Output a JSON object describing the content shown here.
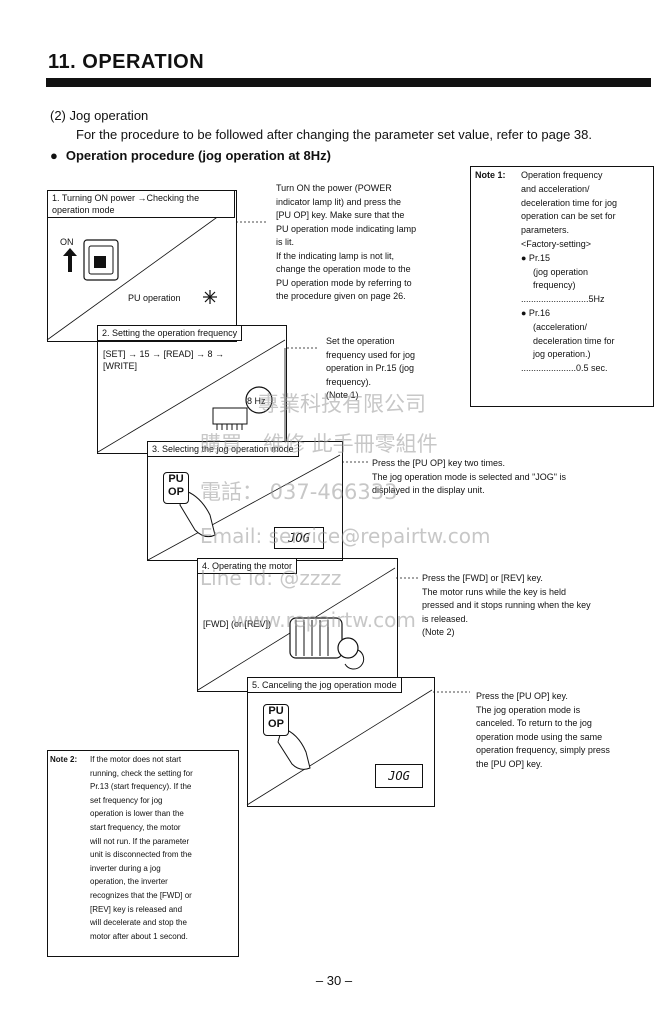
{
  "header": {
    "title": "11. OPERATION"
  },
  "section": {
    "jog_heading": "(2)  Jog operation",
    "intro": "For the procedure to be followed after changing the parameter set value, refer to page 38.",
    "procedure_heading": "Operation procedure (jog operation at 8Hz)"
  },
  "steps": [
    {
      "label": "1. Turning ON power →Checking the operation mode",
      "on_label": "ON",
      "lamp_label": "PU operation",
      "description": [
        "Turn ON the power (POWER",
        "indicator lamp lit) and press the",
        "[PU OP] key. Make sure that the",
        "PU operation mode indicating lamp",
        "is lit.",
        "If the indicating lamp is not lit,",
        "change the operation mode to the",
        "PU operation mode by referring to",
        "the procedure given on page 26."
      ]
    },
    {
      "label": "2. Setting the operation frequency",
      "keys": [
        "[SET] → 15 → [READ] → 8 →",
        "[WRITE]"
      ],
      "dial_label": "8 Hz",
      "description": [
        "Set the operation",
        "frequency used for jog",
        "operation in Pr.15 (jog",
        "frequency).",
        "(Note 1)"
      ]
    },
    {
      "label": "3. Selecting the jog operation mode",
      "button": [
        "PU",
        "OP"
      ],
      "display": "JOG",
      "description": [
        "Press the [PU OP] key two times.",
        "The jog operation mode is selected and \"JOG\" is",
        "displayed in the display unit."
      ]
    },
    {
      "label": "4. Operating the motor",
      "keys": "[FWD] (or [REV])",
      "description": [
        "Press the [FWD] or [REV] key.",
        "The motor runs while the key is held",
        "pressed and it stops running when the key",
        "is released.",
        "(Note 2)"
      ]
    },
    {
      "label": "5. Canceling the jog operation mode",
      "button": [
        "PU",
        "OP"
      ],
      "display": "JOG",
      "description": [
        "Press the [PU OP] key.",
        "The jog operation mode is",
        "canceled. To return to the jog",
        "operation mode using the same",
        "operation frequency, simply press",
        "the [PU OP] key."
      ]
    }
  ],
  "note1": {
    "title": "Note 1:",
    "lines": [
      "Operation frequency",
      "and acceleration/",
      "deceleration time for jog",
      "operation can be set for",
      "parameters.",
      "<Factory-setting>",
      "●  Pr.15",
      "(jog operation",
      "frequency)",
      "...........................5Hz",
      "●  Pr.16",
      "(acceleration/",
      "deceleration time for",
      "jog operation.)",
      "......................0.5 sec."
    ]
  },
  "note2": {
    "title": "Note 2:",
    "lines": [
      "If the motor does not start",
      "running, check the setting for",
      "Pr.13 (start frequency). If the",
      "set frequency for jog",
      "operation is lower than the",
      "start frequency, the motor",
      "will not run. If the parameter",
      "unit is disconnected from the",
      "inverter during a jog",
      "operation, the inverter",
      "recognizes that the [FWD] or",
      "[REV] key is released and",
      "will decelerate and stop the",
      "motor after about 1 second."
    ]
  },
  "watermark": {
    "lines": [
      "專業科技有限公司",
      "購買、維修 此手冊零組件",
      "電話：   037-466333",
      "Email: service@repairtw.com",
      "Line id:  @zzzz",
      "www.repairtw.com"
    ]
  },
  "footer": {
    "page": "– 30 –"
  }
}
